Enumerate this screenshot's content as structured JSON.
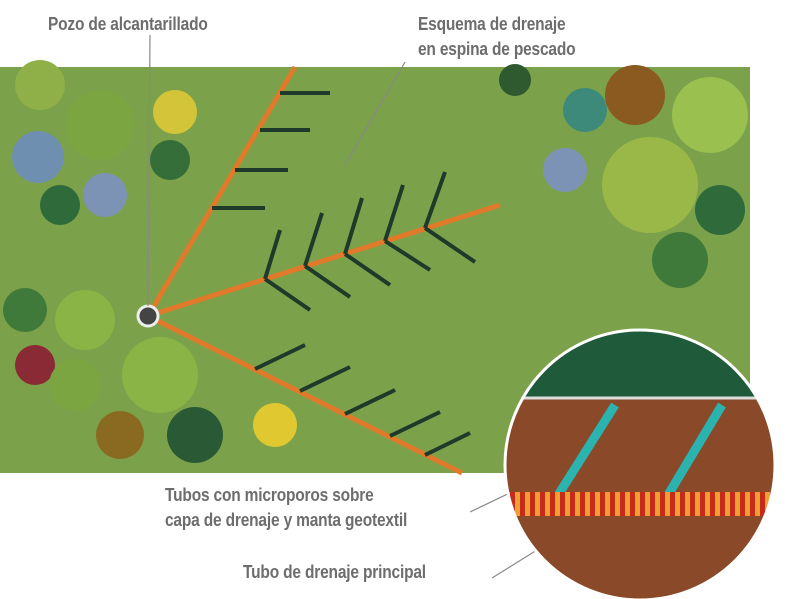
{
  "labels": {
    "manhole": "Pozo de alcantarillado",
    "scheme_line1": "Esquema de drenaje",
    "scheme_line2": "en espina de pescado",
    "micro_line1": "Tubos con microporos sobre",
    "micro_line2": "capa de drenaje y manta geotextil",
    "main_pipe": "Tubo de drenaje principal"
  },
  "colors": {
    "grass": "#7ba24a",
    "pipe": "#e07a2a",
    "lateral": "#1f3a2a",
    "soil": "#8a4a2a",
    "inset_top": "#1f5b3a",
    "micro_pipe": "#2bb3b0"
  }
}
